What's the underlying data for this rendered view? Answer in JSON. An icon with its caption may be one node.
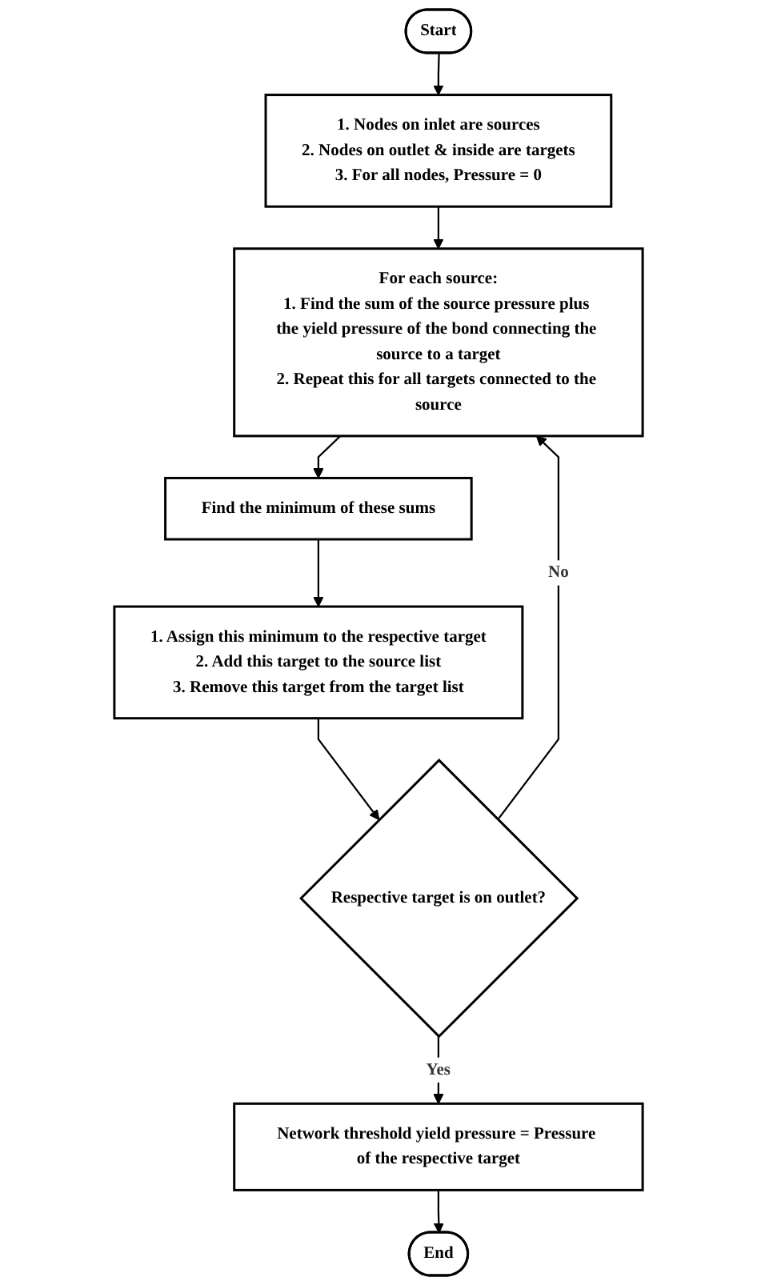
{
  "diagram": {
    "nodes": [
      {
        "text": [
          "Start"
        ]
      },
      {
        "text": [
          "1. Nodes on inlet are sources",
          "2. Nodes on outlet & inside are targets",
          "3. For all nodes, Pressure = 0"
        ]
      },
      {
        "text": [
          "For each source:",
          "1. Find the sum of the source pressure plus the yield pressure of the bond connecting the source to a target",
          "2. Repeat this for all targets connected to the source"
        ]
      },
      {
        "text": [
          "Find the minimum of these sums"
        ]
      },
      {
        "text": [
          "1. Assign this minimum to the respective target",
          "2. Add this target to the source list",
          "3. Remove this target from the target list"
        ]
      },
      {
        "text": [
          "Respective target is on outlet?"
        ]
      },
      {
        "text": [
          "Network threshold yield pressure = Pressure of the respective target"
        ]
      },
      {
        "text": [
          "End"
        ]
      }
    ],
    "edges": [
      {
        "from": 0,
        "to": 1,
        "arrow": "to"
      },
      {
        "from": 1,
        "to": 2,
        "arrow": "to"
      },
      {
        "from": 2,
        "to": 3,
        "arrow": "to"
      },
      {
        "from": 3,
        "to": 4,
        "arrow": "to"
      },
      {
        "from": 4,
        "to": 5,
        "arrow": "to"
      },
      {
        "from": 5,
        "to": 2,
        "arrow": "to",
        "label": "No"
      },
      {
        "from": 5,
        "to": 6,
        "arrow": "to",
        "label": "Yes"
      },
      {
        "from": 6,
        "to": 7,
        "arrow": "to"
      }
    ]
  }
}
